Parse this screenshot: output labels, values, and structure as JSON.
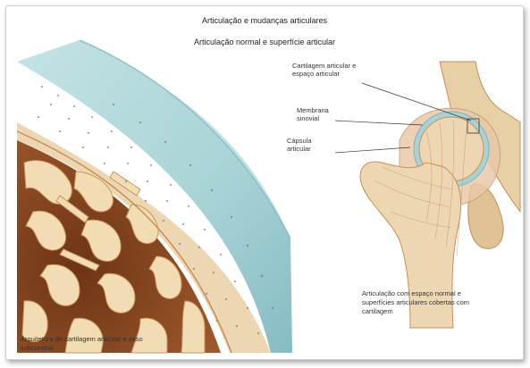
{
  "header": {
    "title": "Articulação e mudanças articulares",
    "subtitle": "Articulação normal e superfície articular"
  },
  "left_figure": {
    "caption_line1": "Arquitetura de cartilagem articular e osso",
    "caption_line2": "subcondral"
  },
  "right_figure": {
    "labels": [
      {
        "line1": "Cartilagem articular e",
        "line2": "espaço articular"
      },
      {
        "line1": "Membrana",
        "line2": "sinovial"
      },
      {
        "line1": "Cápsula",
        "line2": "articular"
      }
    ],
    "caption_line1": "Articulação com espaço normal e",
    "caption_line2": "superfícies articulares cobertas com",
    "caption_line3": "cartilagem"
  },
  "colors": {
    "cartilage": "#a8d3d6",
    "cartilage_edge": "#8cc0c6",
    "bone": "#e7cfa6",
    "bone_dark": "#c78f55",
    "marrow": "#8a4a22"
  }
}
